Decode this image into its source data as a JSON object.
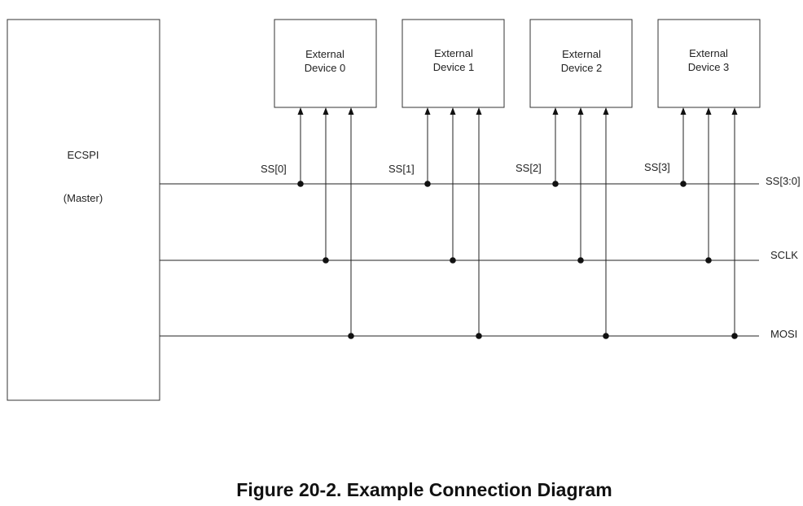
{
  "master": {
    "line1": "ECSPI",
    "line2": "(Master)"
  },
  "devices": [
    {
      "line1": "External",
      "line2": "Device 0",
      "ss_label": "SS[0]"
    },
    {
      "line1": "External",
      "line2": "Device 1",
      "ss_label": "SS[1]"
    },
    {
      "line1": "External",
      "line2": "Device 2",
      "ss_label": "SS[2]"
    },
    {
      "line1": "External",
      "line2": "Device 3",
      "ss_label": "SS[3]"
    }
  ],
  "buses": [
    {
      "name": "SS[3:0]"
    },
    {
      "name": "SCLK"
    },
    {
      "name": "MOSI"
    }
  ],
  "caption": "Figure 20-2. Example Connection Diagram"
}
